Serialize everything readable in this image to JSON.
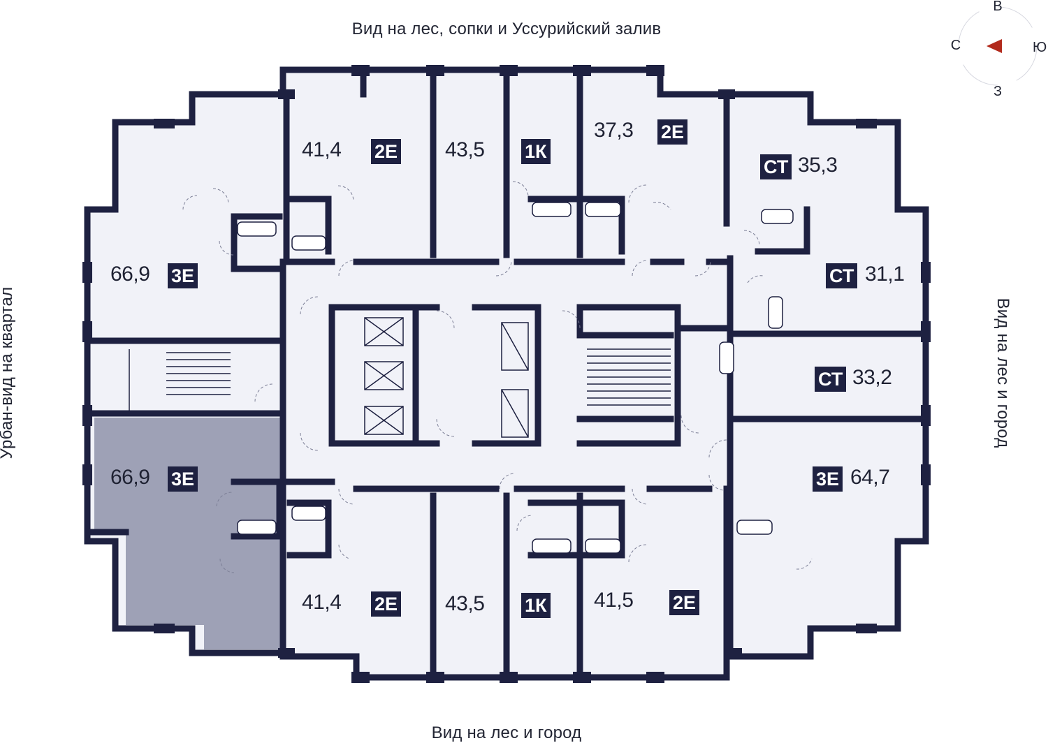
{
  "views": {
    "top": "Вид на лес, сопки и Уссурийский залив",
    "bottom": "Вид на лес и город",
    "left": "Урбан-вид на квартал",
    "right": "Вид на лес и город"
  },
  "compass": {
    "n": "В",
    "w": "С",
    "e": "Ю",
    "s": "З",
    "arrow_color": "#b22a1c"
  },
  "colors": {
    "wall": "#1e2141",
    "floor": "#f1f2f8",
    "selected": "#9ea1b6",
    "badge": "#1e2141"
  },
  "apartments": [
    {
      "id": "a1",
      "area": "41,4",
      "type": "2Е"
    },
    {
      "id": "a2",
      "area": "43,5",
      "type": "1К"
    },
    {
      "id": "a3",
      "area": "37,3",
      "type": "2Е"
    },
    {
      "id": "a4",
      "area": "35,3",
      "type": "СТ"
    },
    {
      "id": "a5",
      "area": "66,9",
      "type": "3Е"
    },
    {
      "id": "a6",
      "area": "31,1",
      "type": "СТ"
    },
    {
      "id": "a7",
      "area": "33,2",
      "type": "СТ"
    },
    {
      "id": "a8",
      "area": "66,9",
      "type": "3Е",
      "selected": true
    },
    {
      "id": "a9",
      "area": "64,7",
      "type": "3Е"
    },
    {
      "id": "a10",
      "area": "41,4",
      "type": "2Е"
    },
    {
      "id": "a11",
      "area": "43,5",
      "type": "1К"
    },
    {
      "id": "a12",
      "area": "41,5",
      "type": "2Е"
    }
  ]
}
